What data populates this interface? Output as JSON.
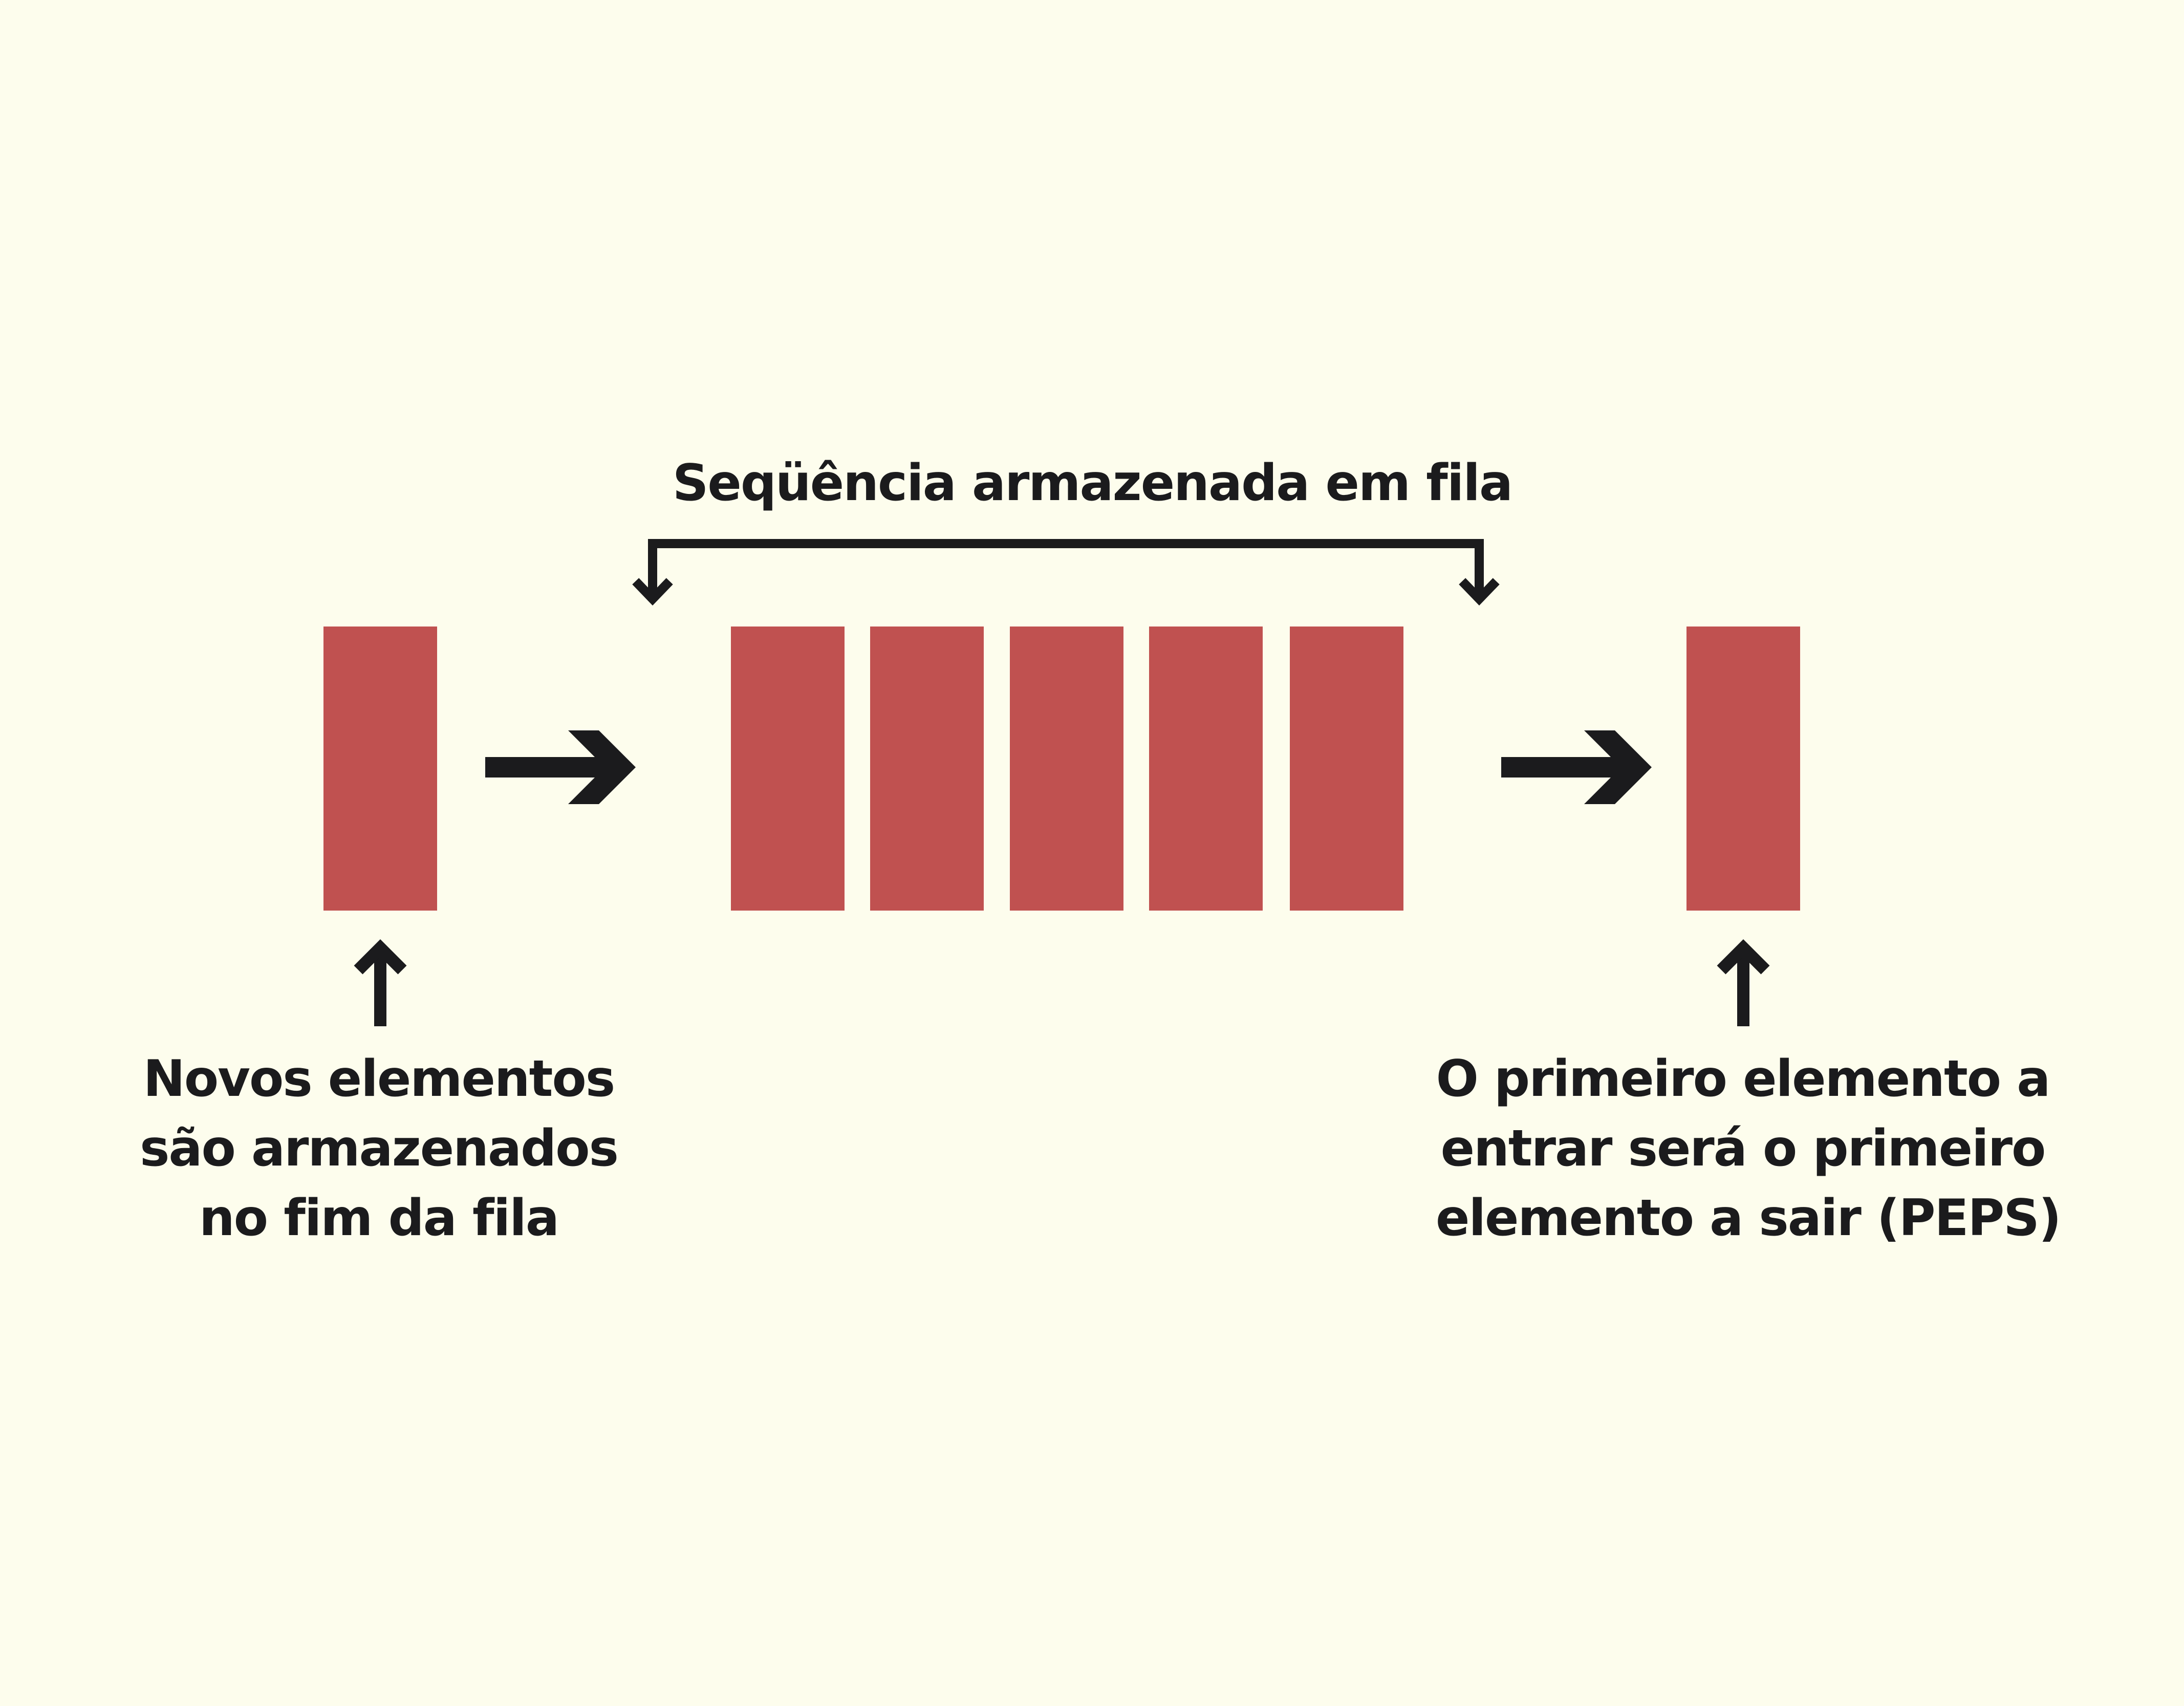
{
  "queue_title": "Seqüência armazenada em fila",
  "left_caption": {
    "lines": [
      "Novos elementos",
      "são armazenados",
      "no fim da fila"
    ]
  },
  "right_caption": {
    "lines": [
      "O primeiro elemento a",
      "entrar será o primeiro",
      "elemento a sair (PEPS)"
    ]
  },
  "queue": {
    "stored_element_count": 5,
    "incoming_element_count": 1,
    "outgoing_element_count": 1
  },
  "colors": {
    "background": "#fdfded",
    "element": "#c05150",
    "ink": "#1b1b1d"
  },
  "icons": {
    "flow_arrow": "right-arrow",
    "pointer_arrow": "up-arrow",
    "bracket_ends": "down-arrow"
  }
}
